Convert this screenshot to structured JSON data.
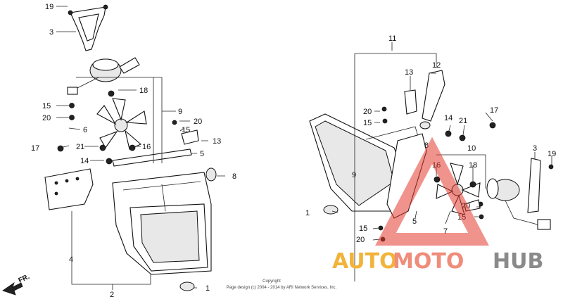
{
  "diagram": {
    "left_labels": {
      "l19": "19",
      "l3": "3",
      "l18": "18",
      "l15": "15",
      "l20": "20",
      "l9": "9",
      "l20b": "20",
      "l6": "6",
      "l15b": "15",
      "l13": "13",
      "l17": "17",
      "l21": "21",
      "l16": "16",
      "l5": "5",
      "l14": "14",
      "l8": "8",
      "l4": "4",
      "l2": "2",
      "l1": "1"
    },
    "right_labels": {
      "r11": "11",
      "r13": "13",
      "r12": "12",
      "r20": "20",
      "r15": "15",
      "r17": "17",
      "r14": "14",
      "r21": "21",
      "r8": "8",
      "r10": "10",
      "r3": "3",
      "r19": "19",
      "r16": "16",
      "r18": "18",
      "r1": "1",
      "r9": "9",
      "r5": "5",
      "r20b": "20",
      "r15b": "15",
      "r7": "7",
      "r15c": "15",
      "r20c": "20"
    },
    "front_marker": "FR.",
    "copyright_line1": "Copyright",
    "copyright_line2": "Page design (c) 2004 - 2014 by ARI Network Services, Inc."
  },
  "watermark": {
    "part1": "AUTO",
    "part2": "MOTO",
    "part3": "HUB",
    "colors": {
      "auto": "#f2b33a",
      "moto": "#f08c7a",
      "hub": "#8a8a8a",
      "triangle": "#e53b2f"
    }
  }
}
